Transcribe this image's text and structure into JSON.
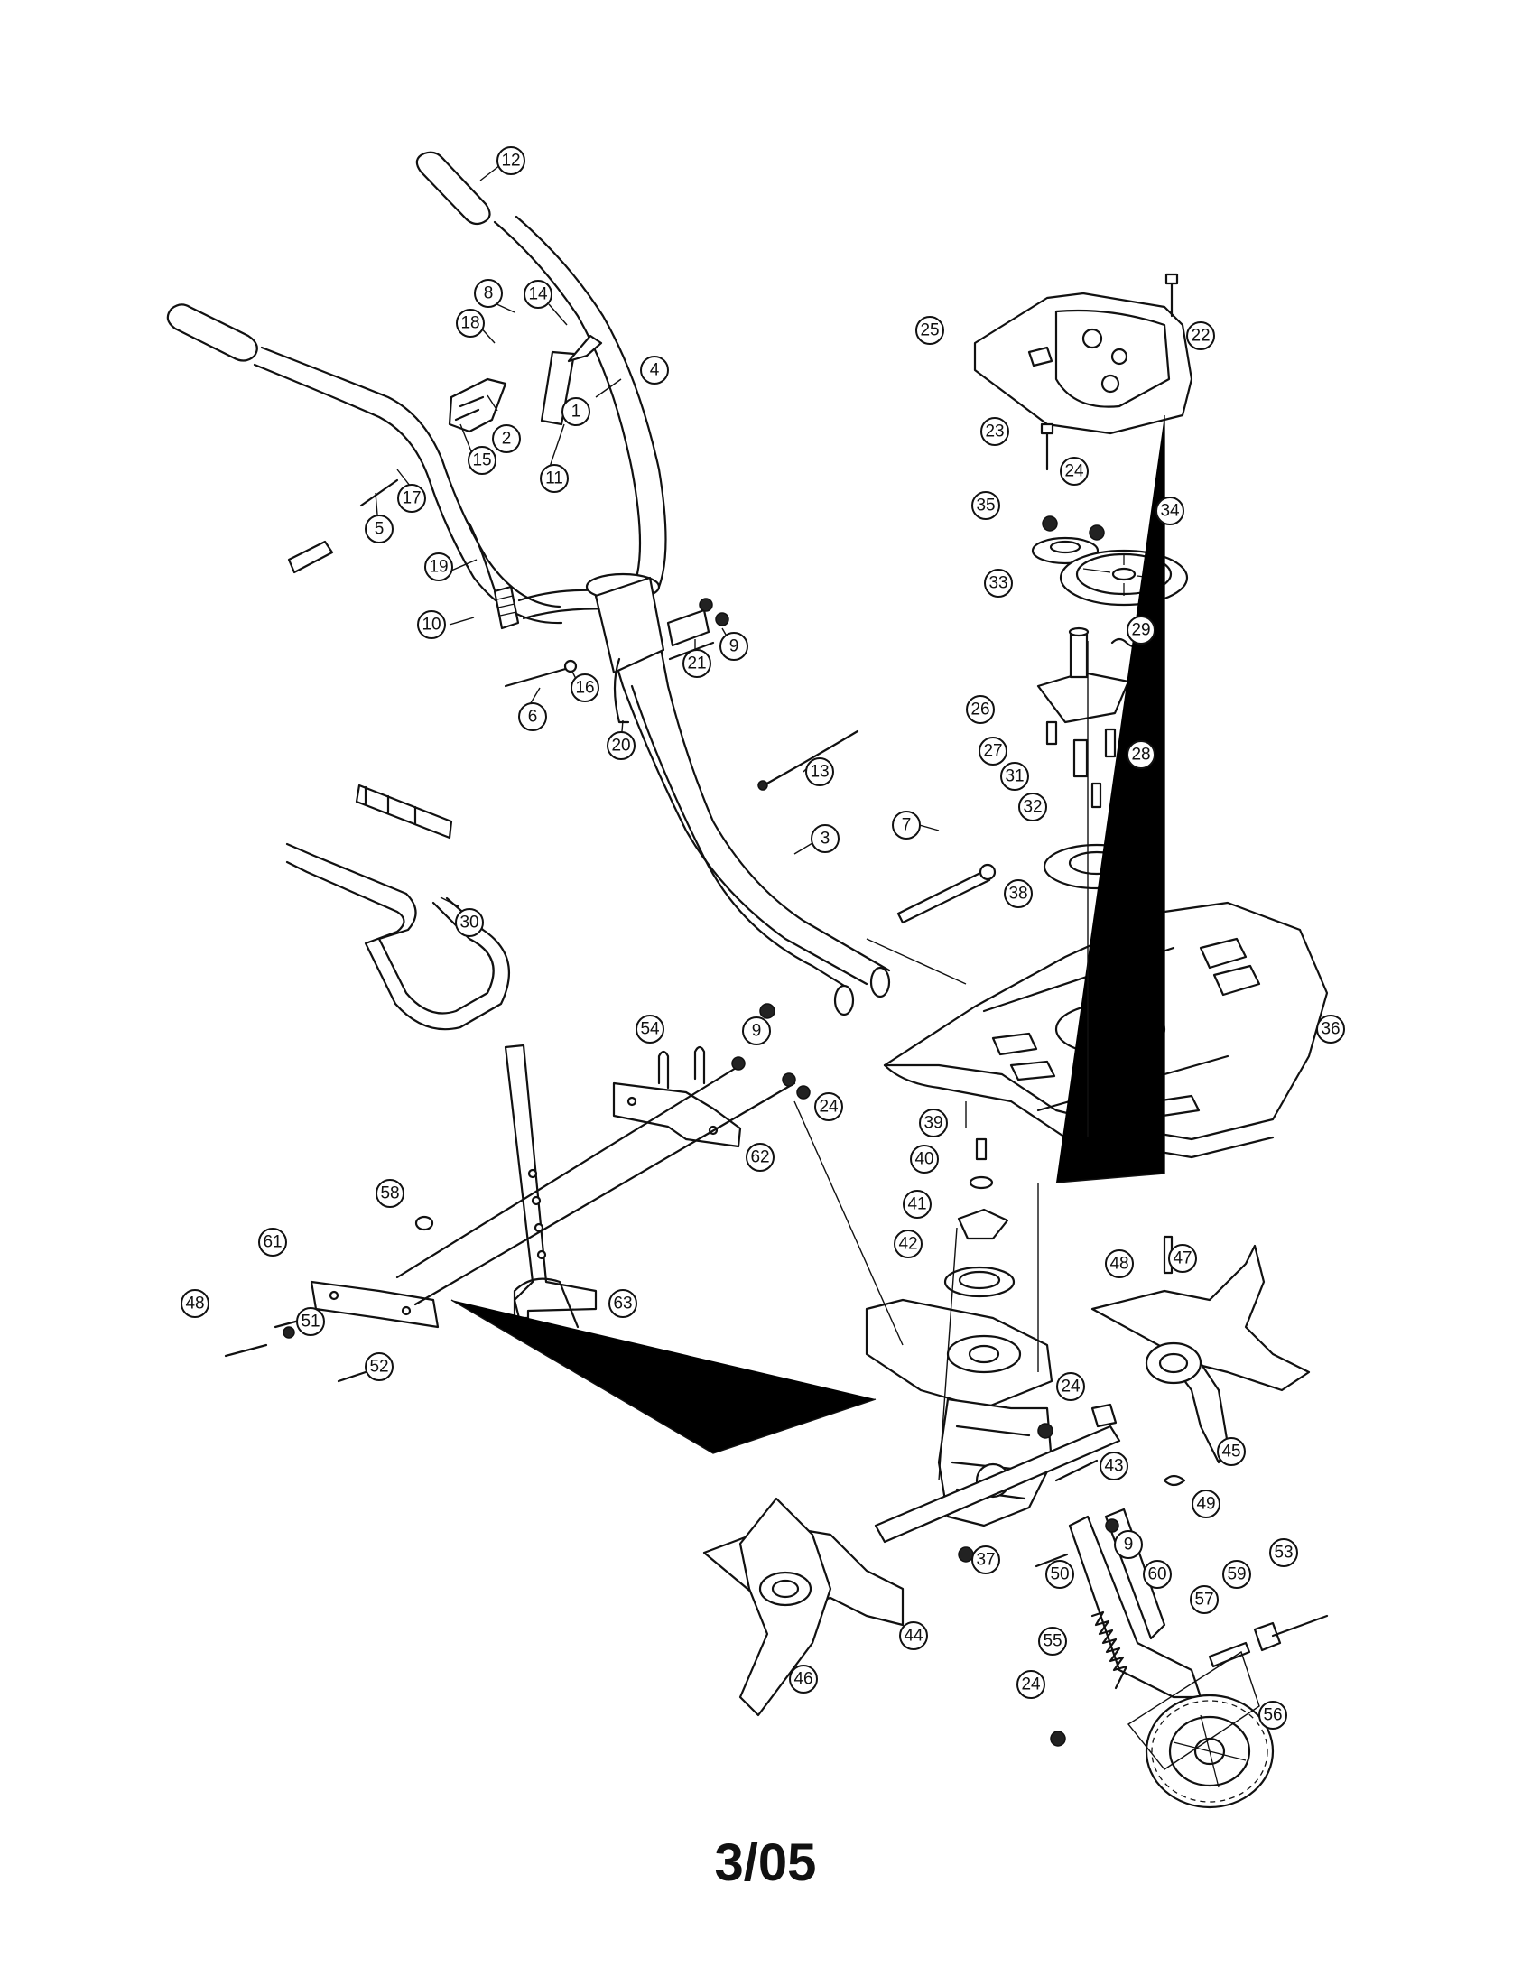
{
  "page_label": "3/05",
  "callouts": [
    {
      "id": "c1",
      "label": "1"
    },
    {
      "id": "c2",
      "label": "2"
    },
    {
      "id": "c3",
      "label": "3"
    },
    {
      "id": "c4",
      "label": "4"
    },
    {
      "id": "c5",
      "label": "5"
    },
    {
      "id": "c6",
      "label": "6"
    },
    {
      "id": "c7",
      "label": "7"
    },
    {
      "id": "c8",
      "label": "8"
    },
    {
      "id": "c9a",
      "label": "9"
    },
    {
      "id": "c9b",
      "label": "9"
    },
    {
      "id": "c9c",
      "label": "9"
    },
    {
      "id": "c10",
      "label": "10"
    },
    {
      "id": "c11",
      "label": "11"
    },
    {
      "id": "c12",
      "label": "12"
    },
    {
      "id": "c13",
      "label": "13"
    },
    {
      "id": "c14",
      "label": "14"
    },
    {
      "id": "c15",
      "label": "15"
    },
    {
      "id": "c16",
      "label": "16"
    },
    {
      "id": "c17",
      "label": "17"
    },
    {
      "id": "c18",
      "label": "18"
    },
    {
      "id": "c19",
      "label": "19"
    },
    {
      "id": "c20",
      "label": "20"
    },
    {
      "id": "c21",
      "label": "21"
    },
    {
      "id": "c22",
      "label": "22"
    },
    {
      "id": "c23",
      "label": "23"
    },
    {
      "id": "c24a",
      "label": "24"
    },
    {
      "id": "c24b",
      "label": "24"
    },
    {
      "id": "c24c",
      "label": "24"
    },
    {
      "id": "c24d",
      "label": "24"
    },
    {
      "id": "c25",
      "label": "25"
    },
    {
      "id": "c26",
      "label": "26"
    },
    {
      "id": "c27",
      "label": "27"
    },
    {
      "id": "c28",
      "label": "28"
    },
    {
      "id": "c29",
      "label": "29"
    },
    {
      "id": "c30",
      "label": "30"
    },
    {
      "id": "c31",
      "label": "31"
    },
    {
      "id": "c32",
      "label": "32"
    },
    {
      "id": "c33",
      "label": "33"
    },
    {
      "id": "c34",
      "label": "34"
    },
    {
      "id": "c35",
      "label": "35"
    },
    {
      "id": "c36",
      "label": "36"
    },
    {
      "id": "c37",
      "label": "37"
    },
    {
      "id": "c38",
      "label": "38"
    },
    {
      "id": "c39",
      "label": "39"
    },
    {
      "id": "c40",
      "label": "40"
    },
    {
      "id": "c41",
      "label": "41"
    },
    {
      "id": "c42",
      "label": "42"
    },
    {
      "id": "c43",
      "label": "43"
    },
    {
      "id": "c44",
      "label": "44"
    },
    {
      "id": "c45",
      "label": "45"
    },
    {
      "id": "c46",
      "label": "46"
    },
    {
      "id": "c47",
      "label": "47"
    },
    {
      "id": "c48a",
      "label": "48"
    },
    {
      "id": "c48b",
      "label": "48"
    },
    {
      "id": "c49",
      "label": "49"
    },
    {
      "id": "c50",
      "label": "50"
    },
    {
      "id": "c51",
      "label": "51"
    },
    {
      "id": "c52",
      "label": "52"
    },
    {
      "id": "c53",
      "label": "53"
    },
    {
      "id": "c54",
      "label": "54"
    },
    {
      "id": "c55",
      "label": "55"
    },
    {
      "id": "c56",
      "label": "56"
    },
    {
      "id": "c57",
      "label": "57"
    },
    {
      "id": "c58",
      "label": "58"
    },
    {
      "id": "c59",
      "label": "59"
    },
    {
      "id": "c60",
      "label": "60"
    },
    {
      "id": "c61",
      "label": "61"
    },
    {
      "id": "c62",
      "label": "62"
    },
    {
      "id": "c63",
      "label": "63"
    }
  ]
}
